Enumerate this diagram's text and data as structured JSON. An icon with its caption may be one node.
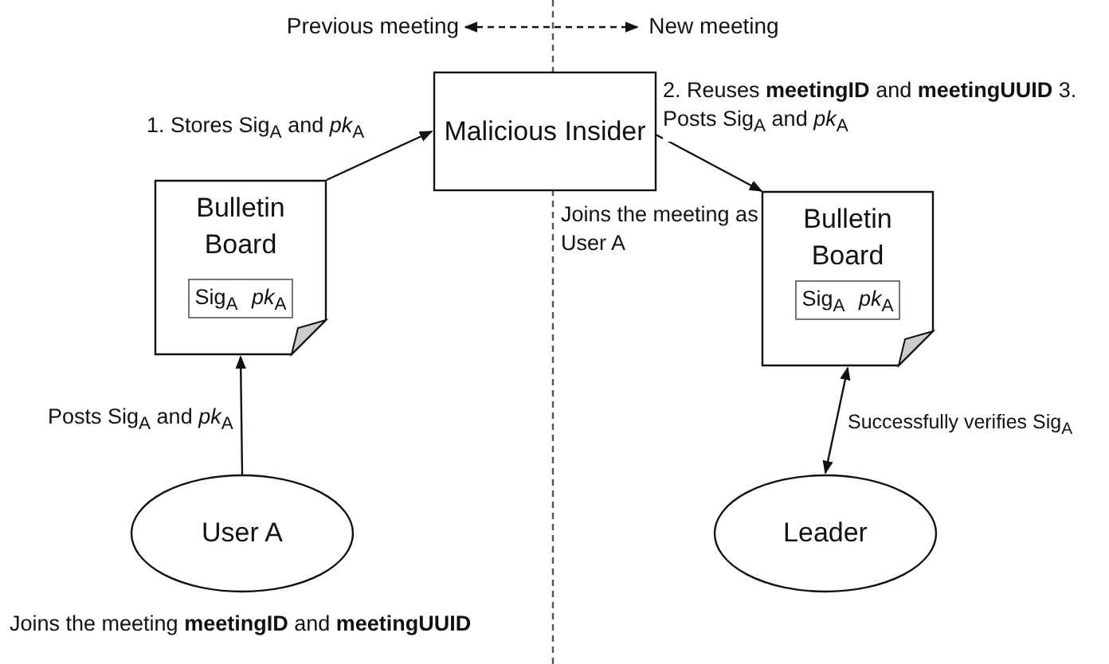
{
  "diagram": {
    "nodes": [
      {
        "text": [
          "Previous meeting"
        ]
      },
      {
        "text": [
          "New meeting"
        ]
      },
      {
        "text": [
          "Malicious Insider"
        ],
        "beside": [
          "Joins the meeting as User A"
        ]
      },
      {
        "text": [
          "Bulletin Board"
        ]
      },
      {
        "text": [
          "Sig$_{A}$ *pk*$_{A}$"
        ],
        "in": 3
      },
      {
        "text": [
          "Bulletin Board"
        ]
      },
      {
        "text": [
          "Sig$_{A}$ *pk*$_{A}$"
        ],
        "in": 5
      },
      {
        "text": [
          "User A"
        ],
        "beside": [
          "Joins the meeting **meetingID** and **meetingUUID**"
        ]
      },
      {
        "text": [
          "Leader"
        ]
      }
    ],
    "edges": [
      {
        "from": 0,
        "to": 1,
        "arrow": "both",
        "style": "dashed"
      },
      {
        "from": 3,
        "to": 2,
        "arrow": "to",
        "label": "1. Stores Sig$_{A}$ and *pk*$_{A}$"
      },
      {
        "from": 2,
        "to": 5,
        "arrow": "to",
        "label": "2. Reuses **meetingID** and **meetingUUID** 3. Posts Sig$_{A}$ and *pk*$_{A}$"
      },
      {
        "from": 7,
        "to": 3,
        "arrow": "to",
        "label": "Posts Sig$_{A}$ and *pk*$_{A}$"
      },
      {
        "from": 5,
        "to": 8,
        "arrow": "both",
        "label": "Successfully verifies Sig$_{A}$"
      }
    ]
  }
}
